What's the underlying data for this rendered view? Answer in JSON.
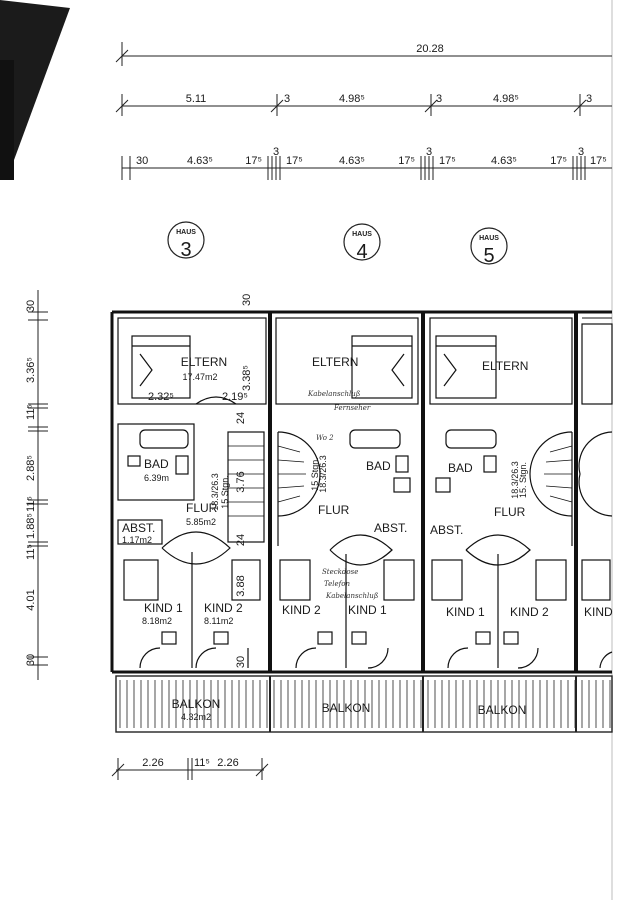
{
  "dimensions": {
    "total": "20.28",
    "row2": [
      "5.11",
      "3",
      "4.98⁵",
      "3",
      "4.98⁵",
      "3"
    ],
    "row3": [
      "30",
      "4.63⁵",
      "17⁵",
      "3",
      "17⁵",
      "4.63⁵",
      "17⁵",
      "3",
      "17⁵",
      "4.63⁵",
      "17⁵",
      "3",
      "17⁵"
    ],
    "left": [
      "30",
      "3.36⁵",
      "11⁵",
      "2.88⁵",
      "11⁵",
      "1.88⁵",
      "11⁵",
      "4.01",
      "30"
    ],
    "bottom": [
      "2.26",
      "11⁵",
      "2.26"
    ],
    "inner": [
      "30",
      "2.32⁵",
      "2.19⁵",
      "3.38⁵",
      "24",
      "3.76",
      "24",
      "3.88",
      "30"
    ]
  },
  "houses": [
    {
      "prefix": "HAUS",
      "number": "3"
    },
    {
      "prefix": "HAUS",
      "number": "4"
    },
    {
      "prefix": "HAUS",
      "number": "5"
    }
  ],
  "units": [
    {
      "eltern": "ELTERN",
      "eltern_area": "17.47m2",
      "bad": "BAD",
      "bad_area": "6.39m",
      "flur": "FLUR",
      "flur_area": "5.85m2",
      "abst": "ABST.",
      "abst_area": "1.17m2",
      "stair": "18.3/26.3",
      "stair2": "15 Stgn.",
      "kind_a": "KIND 1",
      "kind_a_area": "8.18m2",
      "kind_b": "KIND 2",
      "kind_b_area": "8.11m2",
      "balkon": "BALKON",
      "balkon_area": "4.32m2"
    },
    {
      "eltern": "ELTERN",
      "bad": "BAD",
      "flur": "FLUR",
      "abst": "ABST.",
      "stair": "18.3/26.3",
      "stair2": "15 Stgn.",
      "kind_a": "KIND 2",
      "kind_b": "KIND 1",
      "balkon": "BALKON"
    },
    {
      "eltern": "ELTERN",
      "bad": "BAD",
      "flur": "FLUR",
      "abst": "ABST.",
      "stair": "18.3/26.3",
      "stair2": "15. Stgn.",
      "kind_a": "KIND 1",
      "kind_b": "KIND 2",
      "balkon": "BALKON"
    }
  ],
  "partial_unit": {
    "kind": "KIND"
  },
  "handwritten": {
    "note1": "Kabelanschluß",
    "note2": "Fernseher",
    "note3": "Wo 2",
    "note4": "Steckdose",
    "note5": "Telefon",
    "note6": "Kabelanschluß"
  }
}
